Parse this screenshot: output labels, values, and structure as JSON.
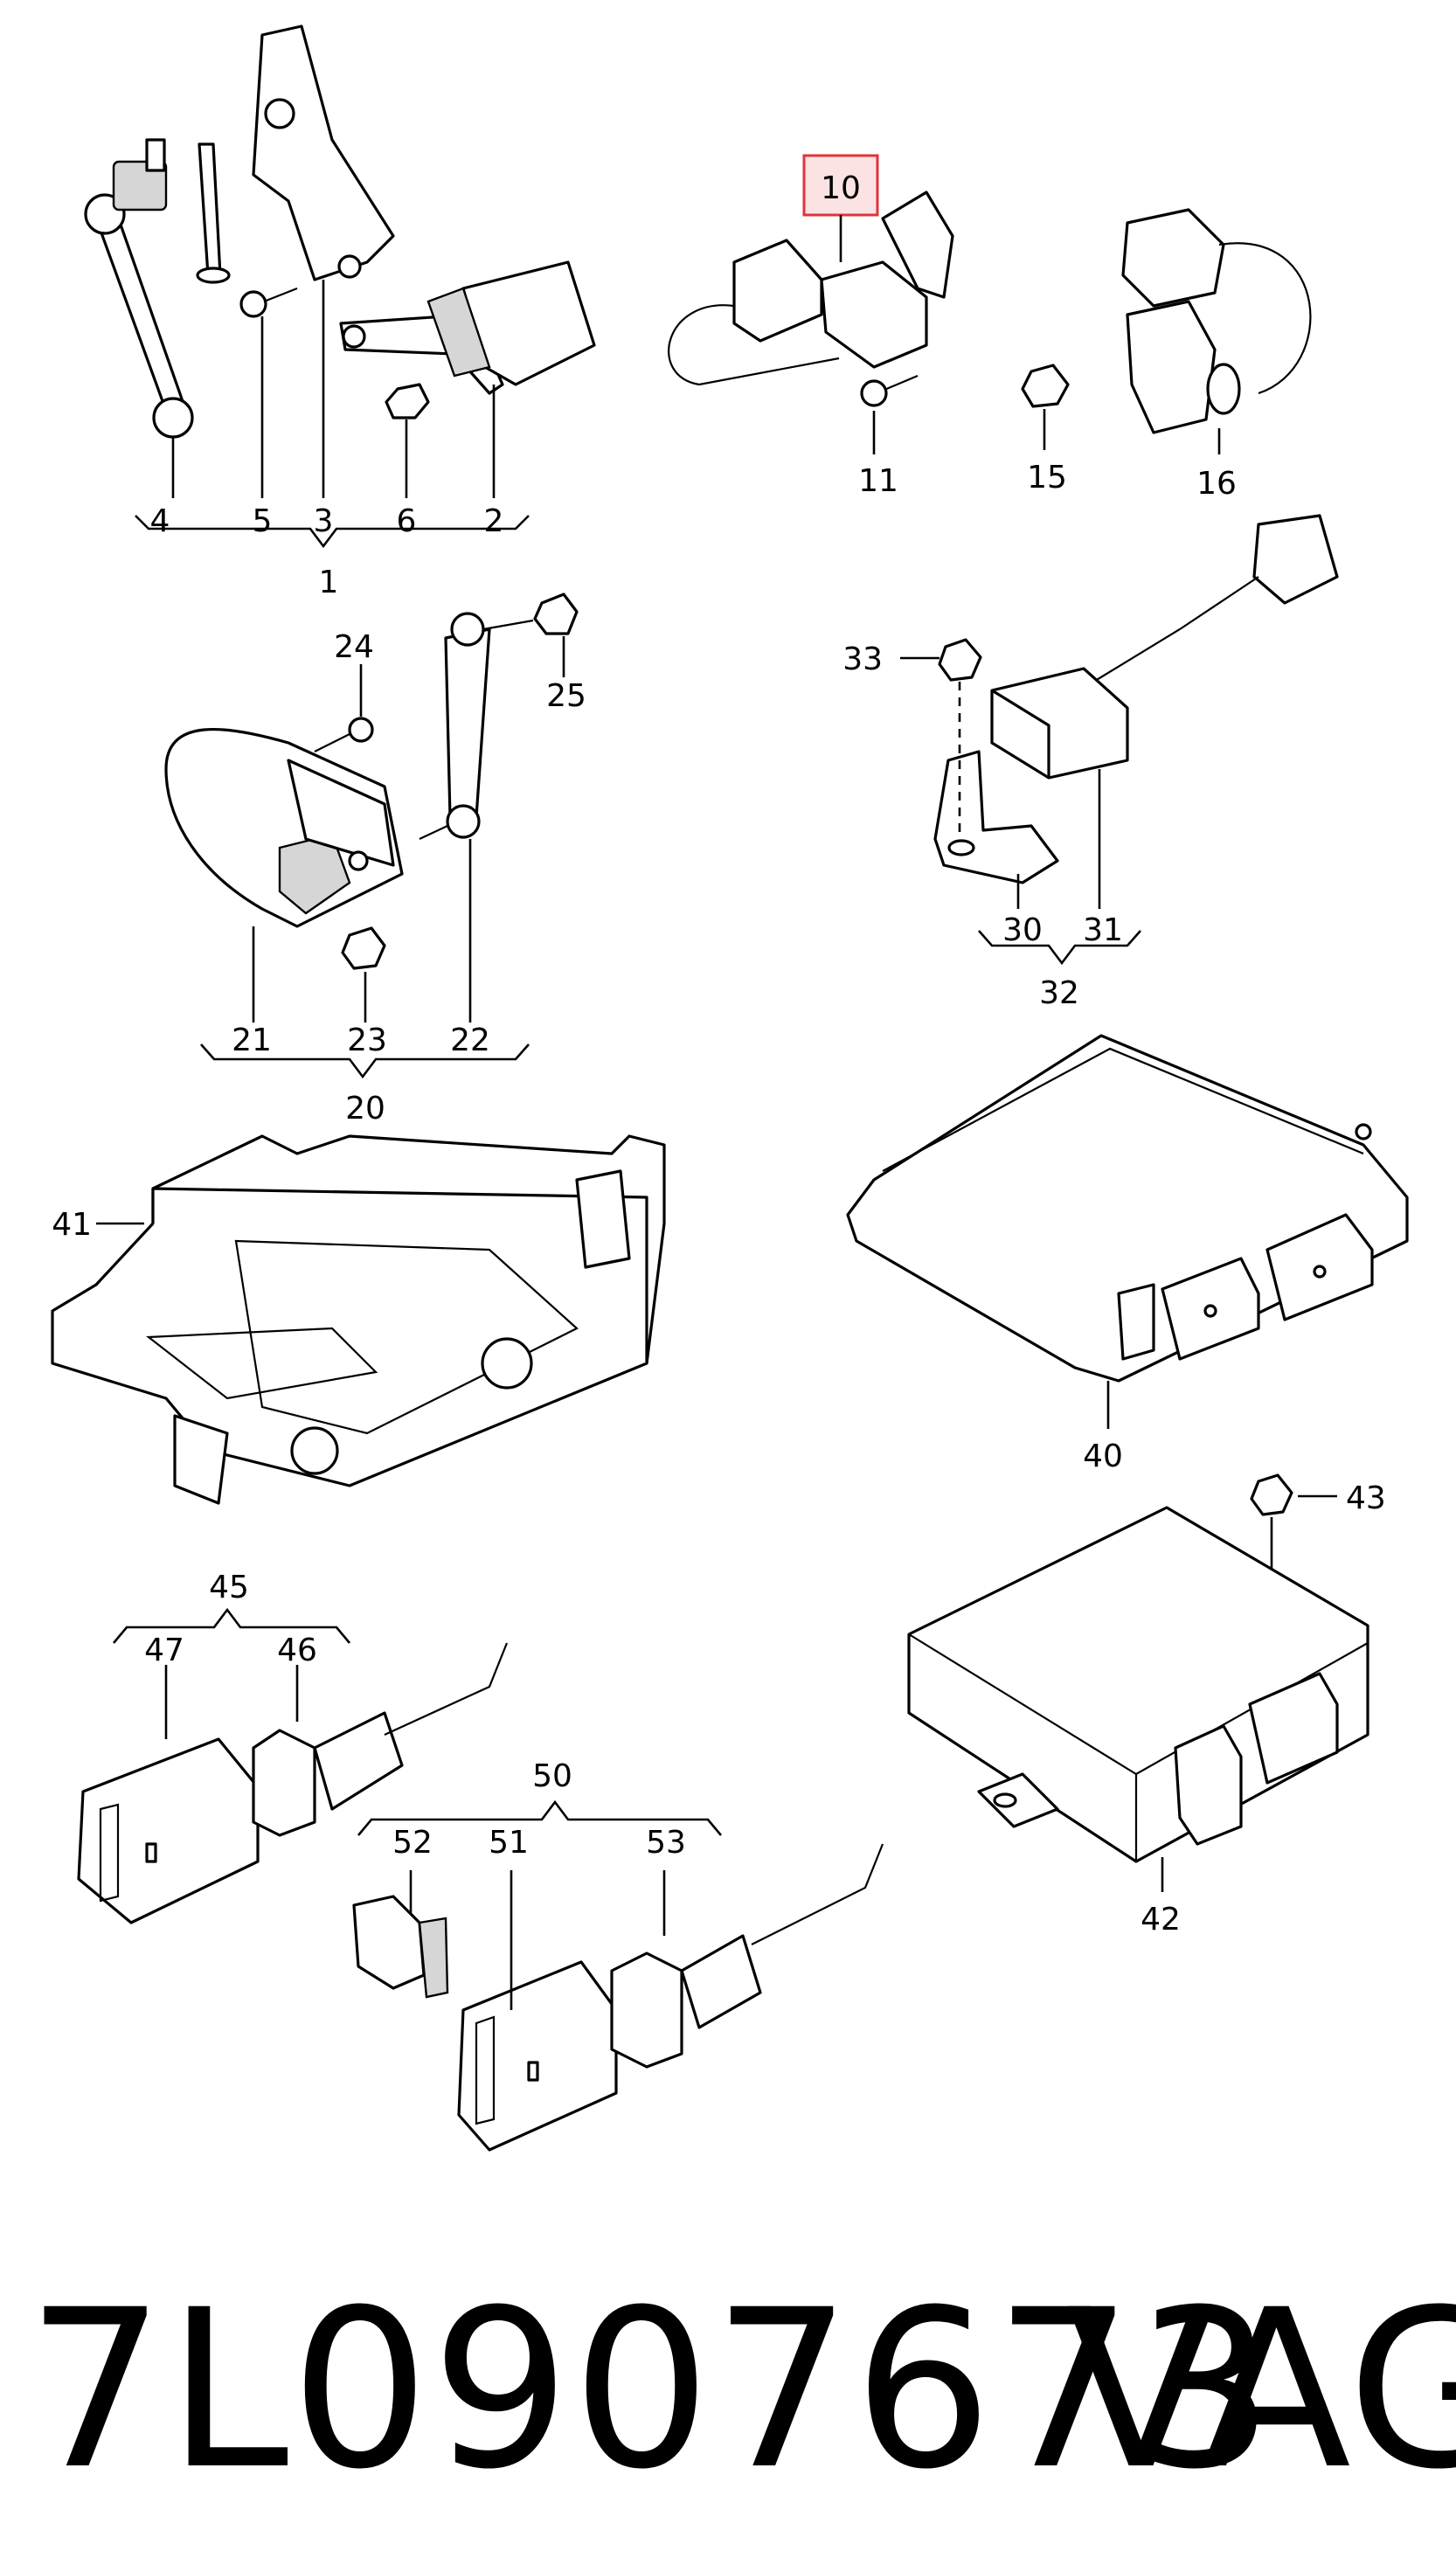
{
  "callouts": {
    "c1": "1",
    "c2": "2",
    "c3": "3",
    "c4": "4",
    "c5": "5",
    "c6": "6",
    "c10": "10",
    "c11": "11",
    "c15": "15",
    "c16": "16",
    "c20": "20",
    "c21": "21",
    "c22": "22",
    "c23": "23",
    "c24": "24",
    "c25": "25",
    "c30": "30",
    "c31": "31",
    "c32": "32",
    "c33": "33",
    "c40": "40",
    "c41": "41",
    "c42": "42",
    "c43": "43",
    "c45": "45",
    "c46": "46",
    "c47": "47",
    "c50": "50",
    "c51": "51",
    "c52": "52",
    "c53": "53"
  },
  "highlight": {
    "callout": "10",
    "color": "#e0343c",
    "fill": "#fbe3e3"
  },
  "footer": {
    "part_number": "7L0907673",
    "brand": "VAG"
  }
}
